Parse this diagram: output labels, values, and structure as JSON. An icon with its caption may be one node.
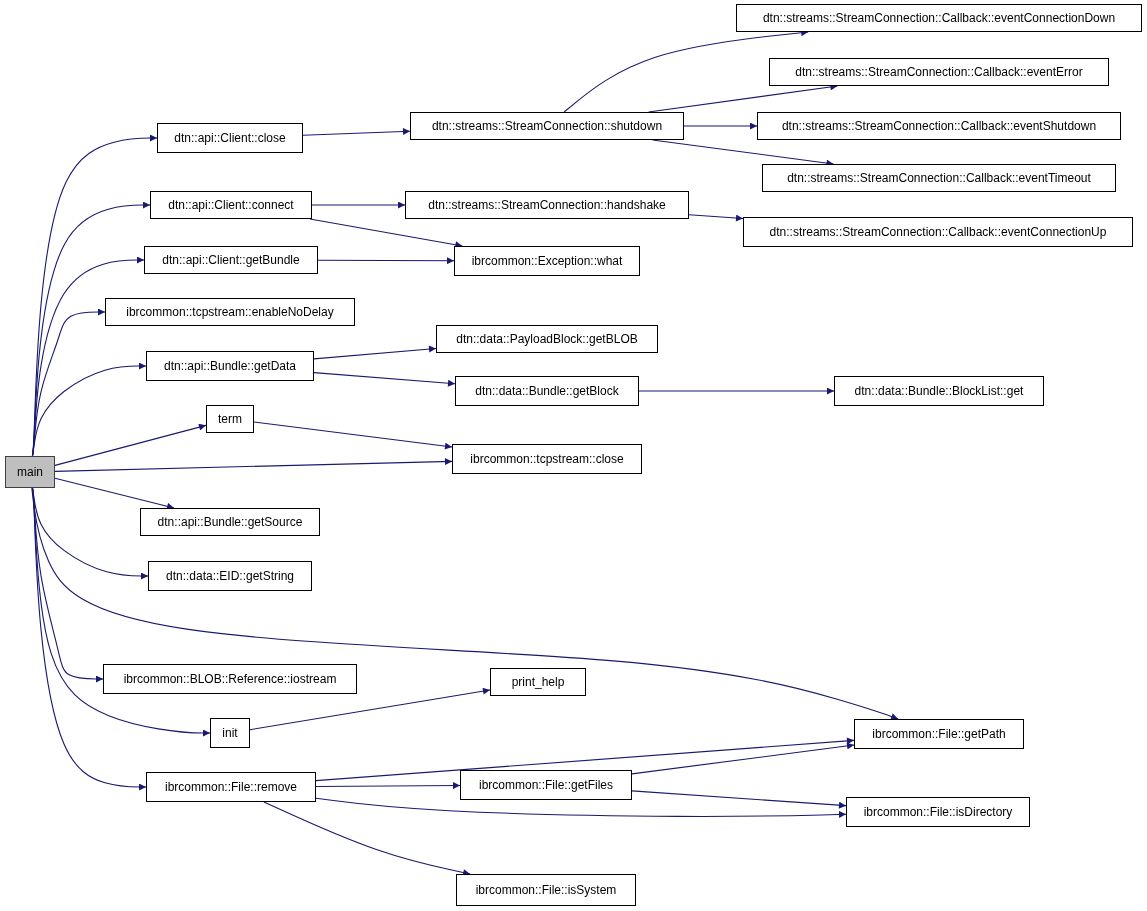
{
  "diagram": {
    "nodes": [
      {
        "text": [
          "main"
        ]
      },
      {
        "text": [
          "dtn::api::Client::close"
        ]
      },
      {
        "text": [
          "dtn::streams::StreamConnection::shutdown"
        ]
      },
      {
        "text": [
          "dtn::streams::StreamConnection::Callback::eventConnectionDown"
        ]
      },
      {
        "text": [
          "dtn::streams::StreamConnection::Callback::eventError"
        ]
      },
      {
        "text": [
          "dtn::streams::StreamConnection::Callback::eventShutdown"
        ]
      },
      {
        "text": [
          "dtn::streams::StreamConnection::Callback::eventTimeout"
        ]
      },
      {
        "text": [
          "dtn::api::Client::connect"
        ]
      },
      {
        "text": [
          "dtn::streams::StreamConnection::handshake"
        ]
      },
      {
        "text": [
          "dtn::streams::StreamConnection::Callback::eventConnectionUp"
        ]
      },
      {
        "text": [
          "ibrcommon::Exception::what"
        ]
      },
      {
        "text": [
          "dtn::api::Client::getBundle"
        ]
      },
      {
        "text": [
          "ibrcommon::tcpstream::enableNoDelay"
        ]
      },
      {
        "text": [
          "dtn::api::Bundle::getData"
        ]
      },
      {
        "text": [
          "dtn::data::PayloadBlock::getBLOB"
        ]
      },
      {
        "text": [
          "dtn::data::Bundle::getBlock"
        ]
      },
      {
        "text": [
          "dtn::data::Bundle::BlockList::get"
        ]
      },
      {
        "text": [
          "term"
        ]
      },
      {
        "text": [
          "ibrcommon::tcpstream::close"
        ]
      },
      {
        "text": [
          "dtn::api::Bundle::getSource"
        ]
      },
      {
        "text": [
          "dtn::data::EID::getString"
        ]
      },
      {
        "text": [
          "ibrcommon::BLOB::Reference::iostream"
        ]
      },
      {
        "text": [
          "print_help"
        ]
      },
      {
        "text": [
          "init"
        ]
      },
      {
        "text": [
          "ibrcommon::File::getPath"
        ]
      },
      {
        "text": [
          "ibrcommon::File::remove"
        ]
      },
      {
        "text": [
          "ibrcommon::File::getFiles"
        ]
      },
      {
        "text": [
          "ibrcommon::File::isDirectory"
        ]
      },
      {
        "text": [
          "ibrcommon::File::isSystem"
        ]
      }
    ],
    "edges": [
      {
        "from": 0,
        "to": 1,
        "arrow": "to"
      },
      {
        "from": 0,
        "to": 7,
        "arrow": "to"
      },
      {
        "from": 0,
        "to": 11,
        "arrow": "to"
      },
      {
        "from": 0,
        "to": 12,
        "arrow": "to"
      },
      {
        "from": 0,
        "to": 13,
        "arrow": "to"
      },
      {
        "from": 0,
        "to": 17,
        "arrow": "to"
      },
      {
        "from": 0,
        "to": 18,
        "arrow": "to"
      },
      {
        "from": 0,
        "to": 19,
        "arrow": "to"
      },
      {
        "from": 0,
        "to": 20,
        "arrow": "to"
      },
      {
        "from": 0,
        "to": 24,
        "arrow": "to"
      },
      {
        "from": 0,
        "to": 21,
        "arrow": "to"
      },
      {
        "from": 0,
        "to": 23,
        "arrow": "to"
      },
      {
        "from": 0,
        "to": 25,
        "arrow": "to"
      },
      {
        "from": 1,
        "to": 2,
        "arrow": "to"
      },
      {
        "from": 2,
        "to": 3,
        "arrow": "to"
      },
      {
        "from": 2,
        "to": 4,
        "arrow": "to"
      },
      {
        "from": 2,
        "to": 5,
        "arrow": "to"
      },
      {
        "from": 2,
        "to": 6,
        "arrow": "to"
      },
      {
        "from": 7,
        "to": 8,
        "arrow": "to"
      },
      {
        "from": 7,
        "to": 10,
        "arrow": "to"
      },
      {
        "from": 8,
        "to": 9,
        "arrow": "to"
      },
      {
        "from": 11,
        "to": 10,
        "arrow": "to"
      },
      {
        "from": 13,
        "to": 14,
        "arrow": "to"
      },
      {
        "from": 13,
        "to": 15,
        "arrow": "to"
      },
      {
        "from": 15,
        "to": 16,
        "arrow": "to"
      },
      {
        "from": 17,
        "to": 18,
        "arrow": "to"
      },
      {
        "from": 23,
        "to": 22,
        "arrow": "to"
      },
      {
        "from": 25,
        "to": 24,
        "arrow": "to"
      },
      {
        "from": 25,
        "to": 26,
        "arrow": "to"
      },
      {
        "from": 25,
        "to": 27,
        "arrow": "to"
      },
      {
        "from": 25,
        "to": 28,
        "arrow": "to"
      },
      {
        "from": 26,
        "to": 24,
        "arrow": "to"
      },
      {
        "from": 26,
        "to": 27,
        "arrow": "to"
      }
    ]
  }
}
